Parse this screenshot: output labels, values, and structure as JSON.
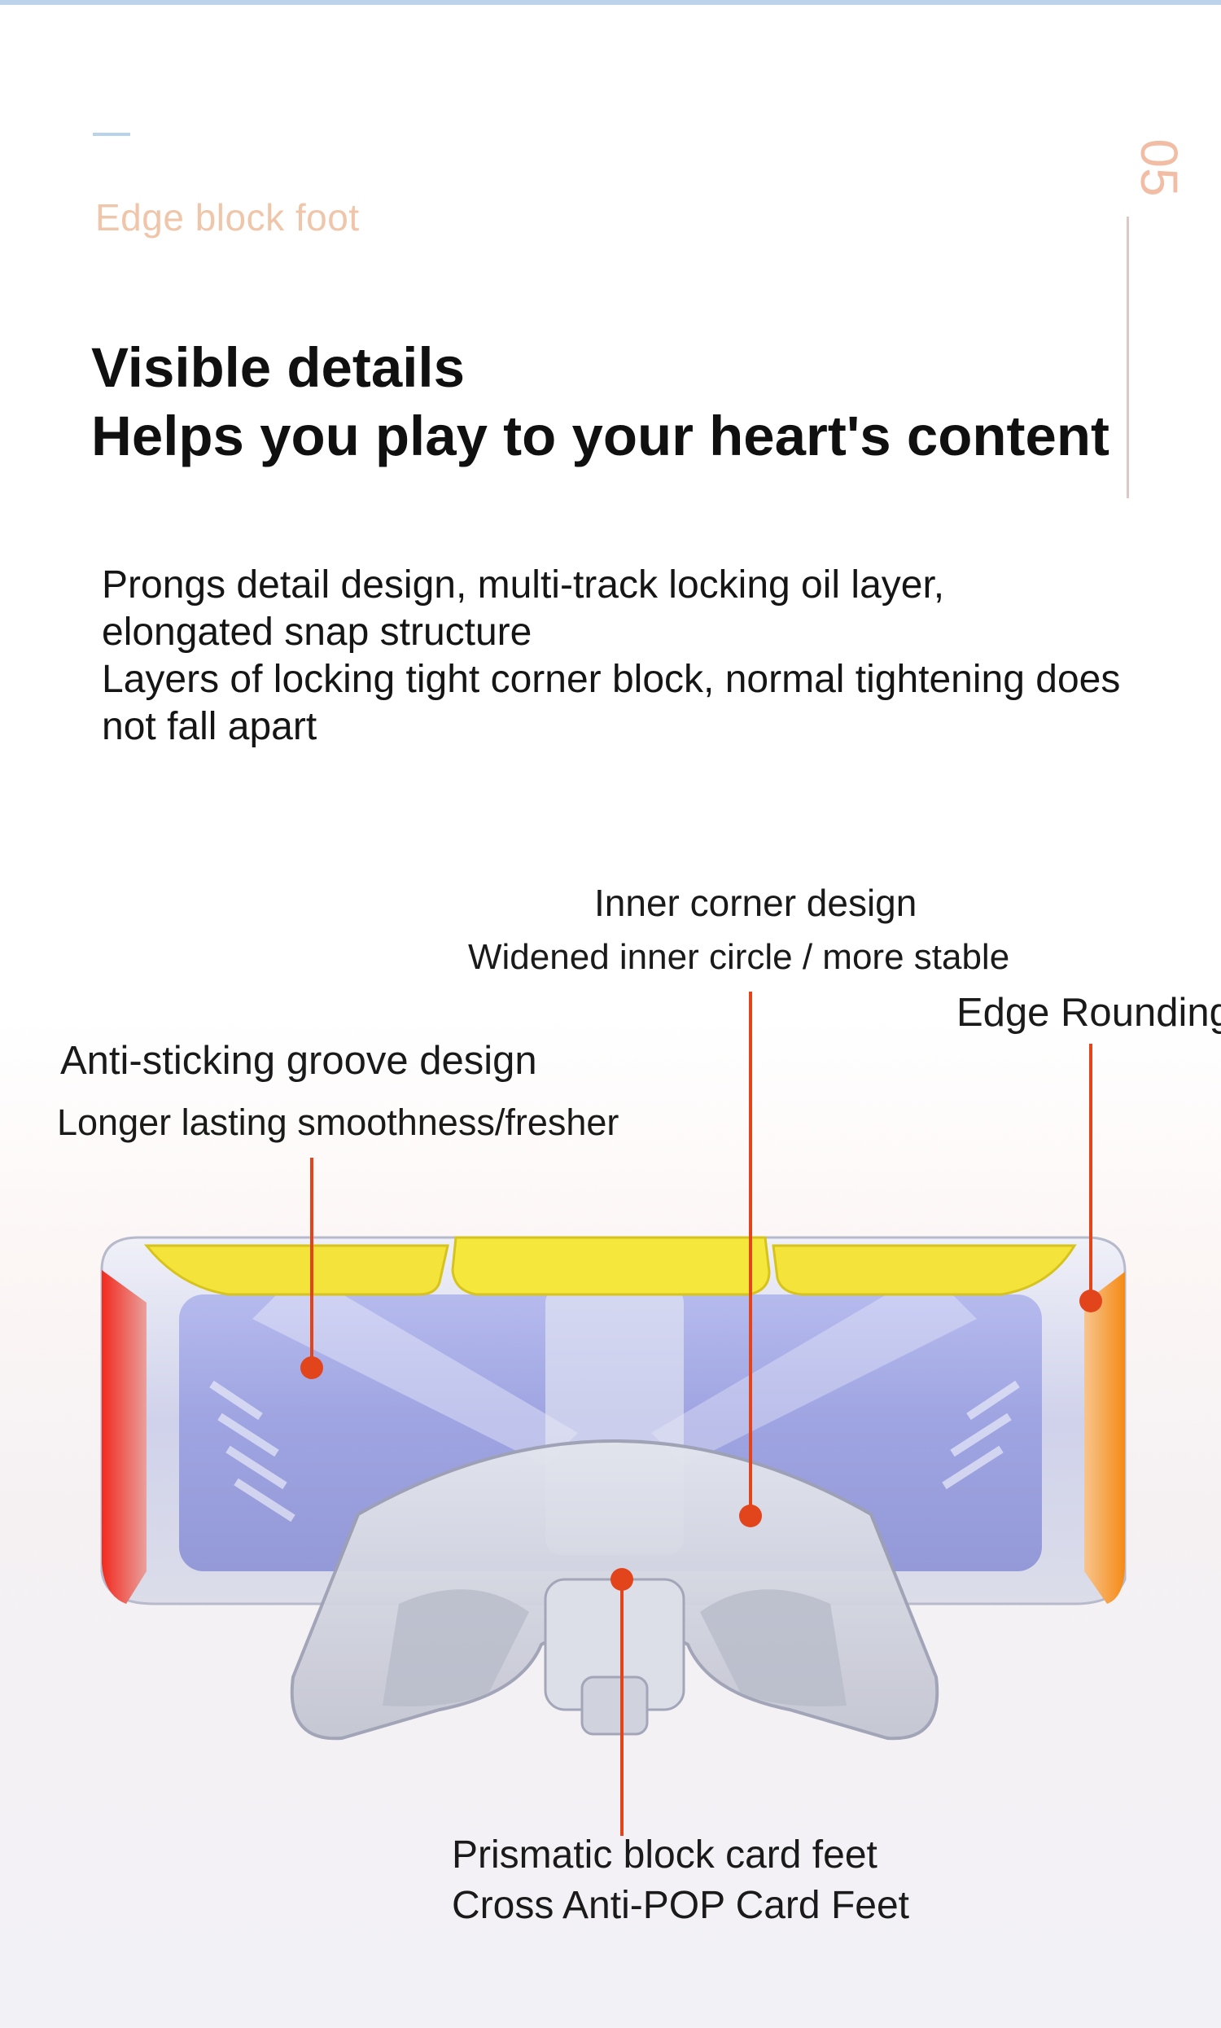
{
  "section": {
    "label": "Edge block foot",
    "number": "05"
  },
  "headline": {
    "line1": "Visible details",
    "line2": "Helps you play to your heart's content"
  },
  "body": {
    "lines": [
      "Prongs detail design, multi-track locking oil layer,",
      "elongated snap structure",
      "Layers of locking tight corner block, normal tightening does",
      "not fall apart"
    ]
  },
  "callouts": {
    "inner_corner_title": "Inner corner design",
    "inner_corner_sub": "Widened inner circle / more stable",
    "edge_rounding": "Edge Rounding",
    "groove_title": "Anti-sticking groove design",
    "groove_sub": "Longer lasting smoothness/fresher",
    "feet_line1": "Prismatic block card feet",
    "feet_line2": "Cross Anti-POP Card Feet"
  },
  "colors": {
    "accent_blue": "#b9d3ea",
    "label_peach": "#efc6aa",
    "number_peach": "#f2bda5",
    "leader_red": "#e2441c",
    "sticker_yellow": "#f3e33a",
    "sticker_red": "#e9352a",
    "sticker_orange": "#f39a2a"
  },
  "icons": {
    "callout_marker": "red-dot-marker"
  }
}
